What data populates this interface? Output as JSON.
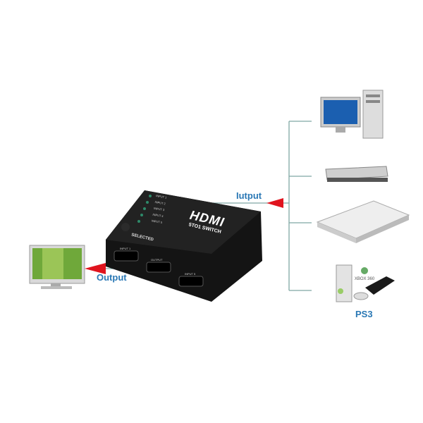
{
  "labels": {
    "input_label": "Iutput",
    "output_label": "Output",
    "ps3_label": "PS3"
  },
  "device": {
    "brand": "HDMI",
    "model": "5TO1 SWITCH",
    "led_labels": [
      "INPUT 1",
      "INPUT 2",
      "INPUT 3",
      "INPUT 4",
      "INPUT 5"
    ],
    "selected_label": "SELECTED",
    "port_labels": [
      "INPUT 1",
      "OUTPUT",
      "INPUT 5"
    ],
    "xbox_logo": "XBOX 360"
  },
  "colors": {
    "label_text": "#2a78b5",
    "arrow": "#e0141e",
    "connector_line": "#7fa7a3",
    "device_body": "#111111"
  }
}
